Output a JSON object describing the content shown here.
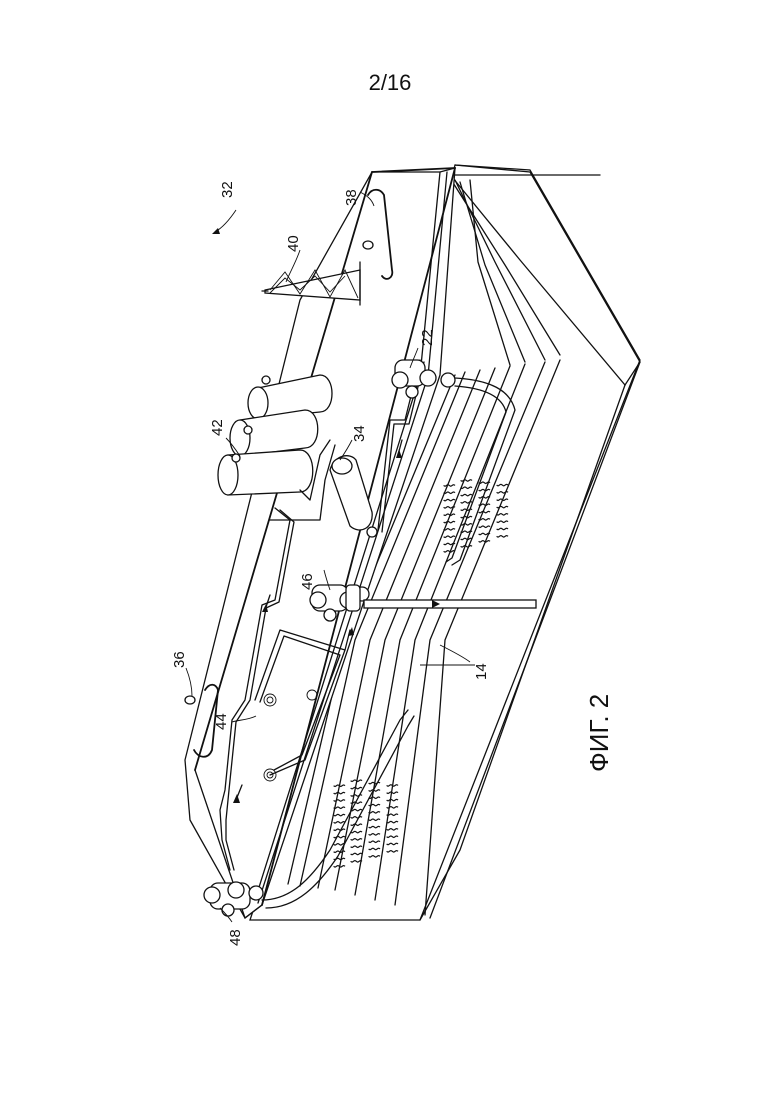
{
  "sheet": {
    "page_number": "2/16"
  },
  "figure": {
    "caption": "ФИГ. 2"
  },
  "reference_numerals": {
    "n32": "32",
    "n38": "38",
    "n40": "40",
    "n42": "42",
    "n34": "34",
    "n22": "22",
    "n36": "36",
    "n46": "46",
    "n44": "44",
    "n14": "14",
    "n48": "48"
  }
}
